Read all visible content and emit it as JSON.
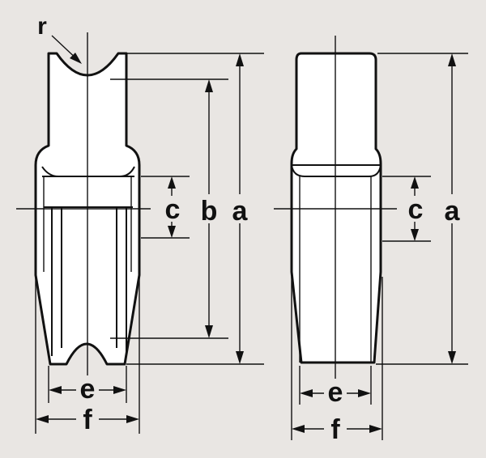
{
  "labels": {
    "r": "r",
    "a": "a",
    "b": "b",
    "c": "c",
    "e": "e",
    "f": "f"
  },
  "colors": {
    "background": "#e9e6e3",
    "ink": "#111111",
    "part_fill": "#ffffff"
  },
  "views": [
    {
      "id": "grooved-wheel-view",
      "dimensions": [
        "r",
        "a",
        "b",
        "c",
        "e",
        "f"
      ]
    },
    {
      "id": "flat-wheel-view",
      "dimensions": [
        "a",
        "c",
        "e",
        "f"
      ]
    }
  ]
}
